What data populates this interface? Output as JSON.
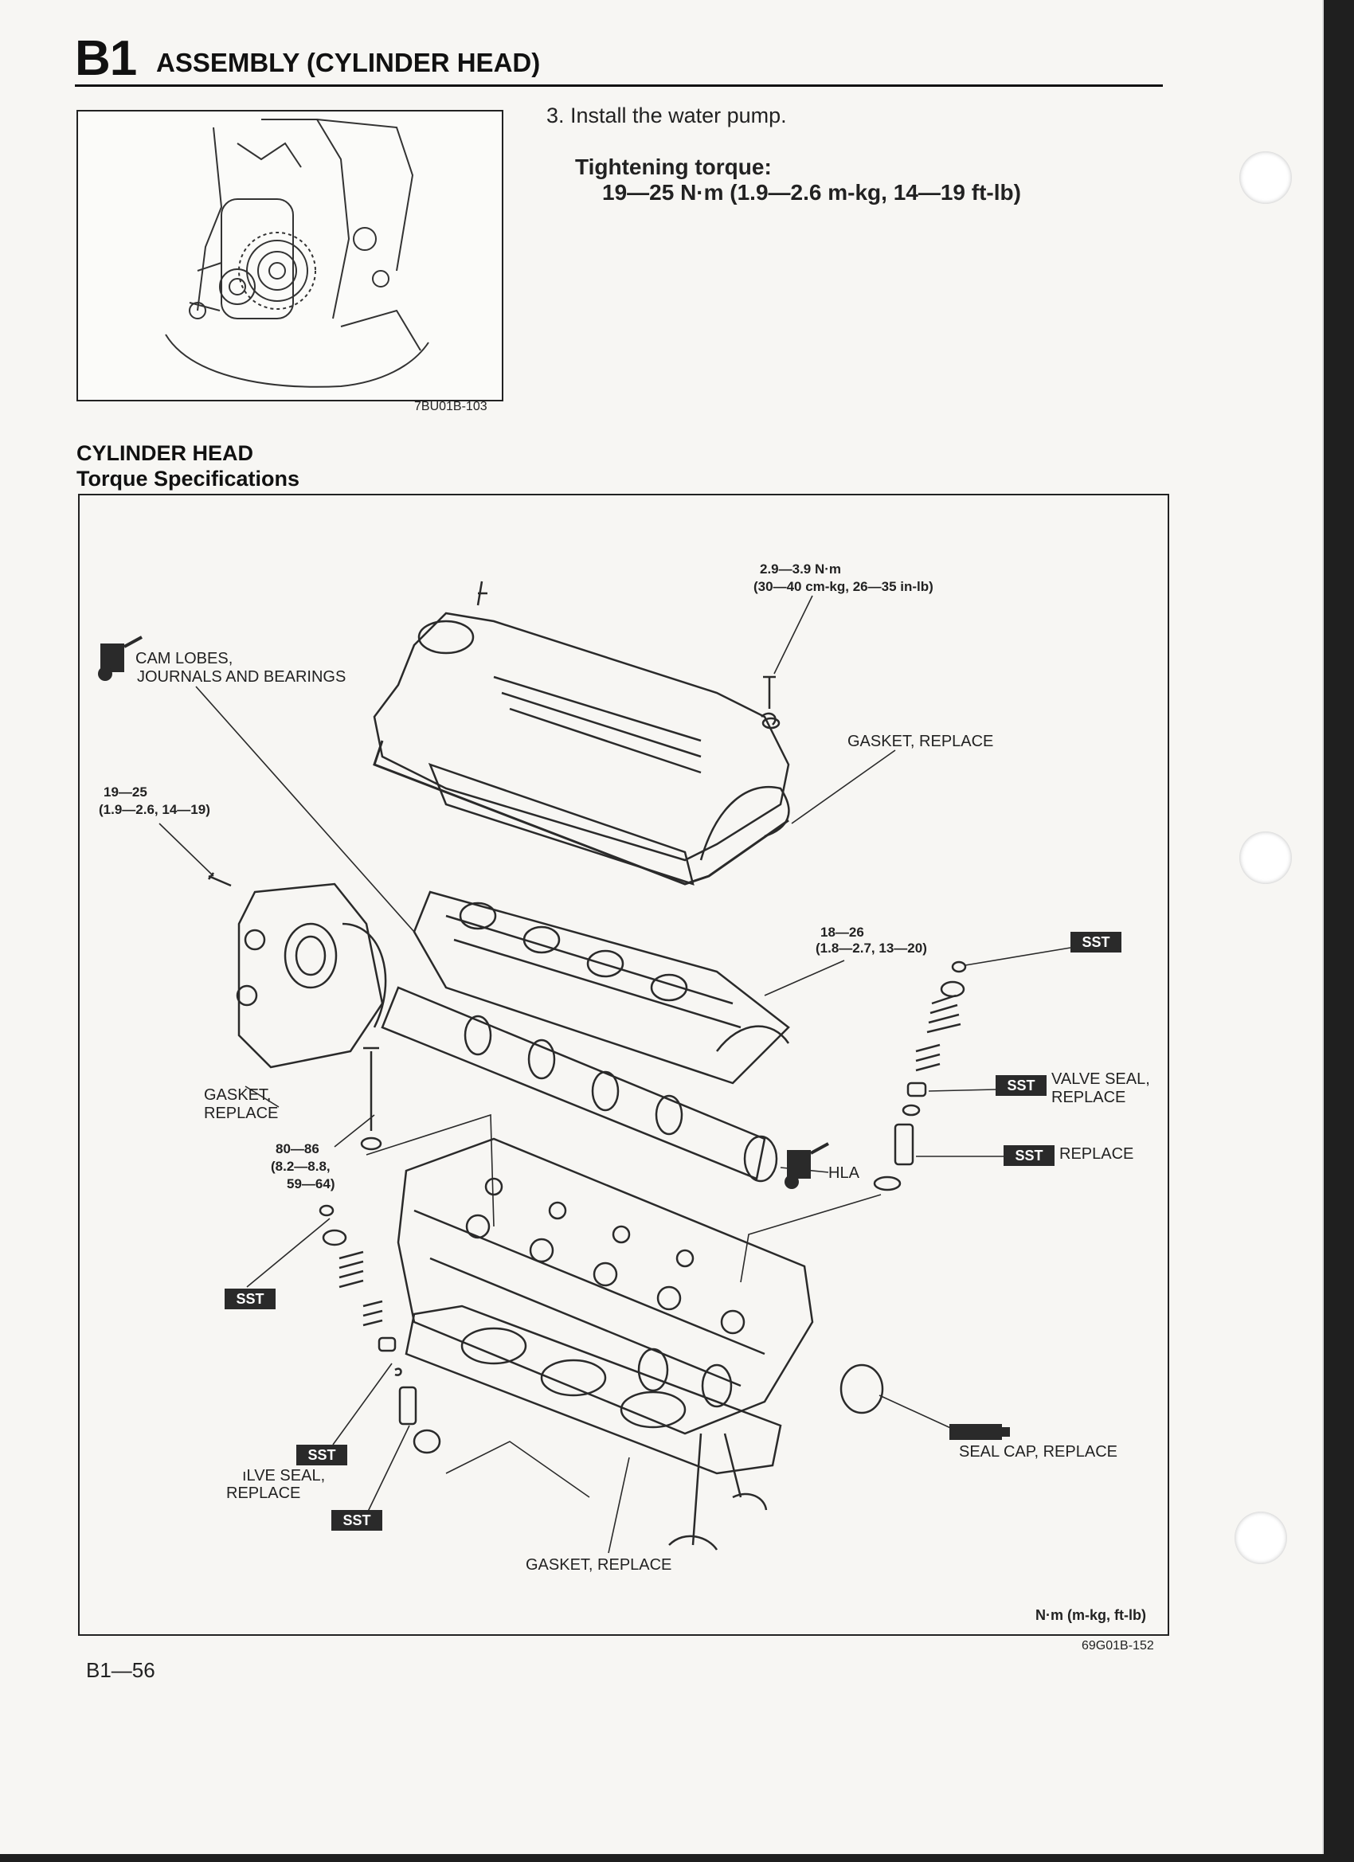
{
  "header": {
    "section_code": "B1",
    "title": "ASSEMBLY (CYLINDER HEAD)"
  },
  "inset": {
    "figure_code": "7BU01B-103"
  },
  "instructions": {
    "step": "3. Install the water pump.",
    "torque_label": "Tightening torque:",
    "torque_value": "19—25 N·m (1.9—2.6 m-kg, 14—19 ft-lb)"
  },
  "diagram": {
    "heading": "CYLINDER HEAD",
    "subheading": "Torque Specifications",
    "units": "N·m (m-kg, ft-lb)",
    "figure_code": "69G01B-152"
  },
  "labels": {
    "cam_lobes_1": "CAM LOBES,",
    "cam_lobes_2": "JOURNALS AND BEARINGS",
    "cover_torque_1": "2.9—3.9 N·m",
    "cover_torque_2": "(30—40 cm-kg, 26—35 in-lb)",
    "cover_gasket": "GASKET, REPLACE",
    "pump_torque_1": "19—25",
    "pump_torque_2": "(1.9—2.6, 14—19)",
    "rocker_torque_1": "18—26",
    "rocker_torque_2": "(1.8—2.7, 13—20)",
    "sst": "SST",
    "valve_seal_right_1": "VALVE SEAL,",
    "valve_seal_right_2": "REPLACE",
    "replace": "REPLACE",
    "pump_gasket_1": "GASKET,",
    "pump_gasket_2": "REPLACE",
    "head_torque_1": "80—86",
    "head_torque_2": "(8.2—8.8,",
    "head_torque_3": "59—64)",
    "hla": "HLA",
    "valve_seal_left_1": "ıLVE SEAL,",
    "valve_seal_left_2": "REPLACE",
    "seal_cap": "SEAL CAP, REPLACE",
    "head_gasket": "GASKET, REPLACE"
  },
  "footer": {
    "page_number": "B1—56"
  }
}
